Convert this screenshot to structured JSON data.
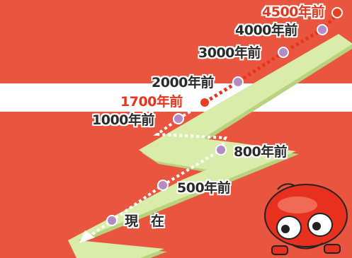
{
  "colors": {
    "background": "#e9553f",
    "stripe": "#ffffff",
    "band": "#d9ecaa",
    "band_shadow": "#b9d27e",
    "path_recent": "#ffffff",
    "path_ancient": "#e8341c",
    "marker": "#b48cc4",
    "marker_highlight": "#e8401e",
    "label_text": "#2a2a2a",
    "label_highlight": "#e8341c"
  },
  "timeline": [
    {
      "label": "4500年前",
      "highlight": true
    },
    {
      "label": "4000年前",
      "highlight": false
    },
    {
      "label": "3000年前",
      "highlight": false
    },
    {
      "label": "2000年前",
      "highlight": false
    },
    {
      "label": "1700年前",
      "highlight": true
    },
    {
      "label": "1000年前",
      "highlight": false
    },
    {
      "label": "800年前",
      "highlight": false
    },
    {
      "label": "500年前",
      "highlight": false
    },
    {
      "label": "現　在",
      "highlight": false
    }
  ],
  "mascot": {
    "icon": "red-car-character-icon"
  }
}
